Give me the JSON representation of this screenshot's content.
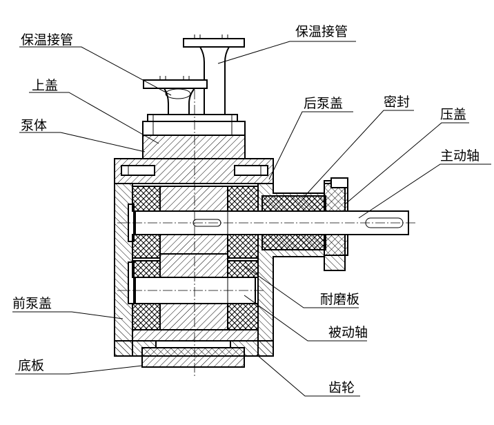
{
  "labels": {
    "insulation_pipe_left": "保温接管",
    "insulation_pipe_right": "保温接管",
    "top_cover": "上盖",
    "pump_body": "泵体",
    "rear_cover": "后泵盖",
    "seal": "密封",
    "gland": "压盖",
    "drive_shaft": "主动轴",
    "front_cover": "前泵盖",
    "wear_plate": "耐磨板",
    "driven_shaft": "被动轴",
    "base_plate": "底板",
    "gear": "齿轮"
  },
  "colors": {
    "line": "#000000",
    "background": "#ffffff"
  }
}
